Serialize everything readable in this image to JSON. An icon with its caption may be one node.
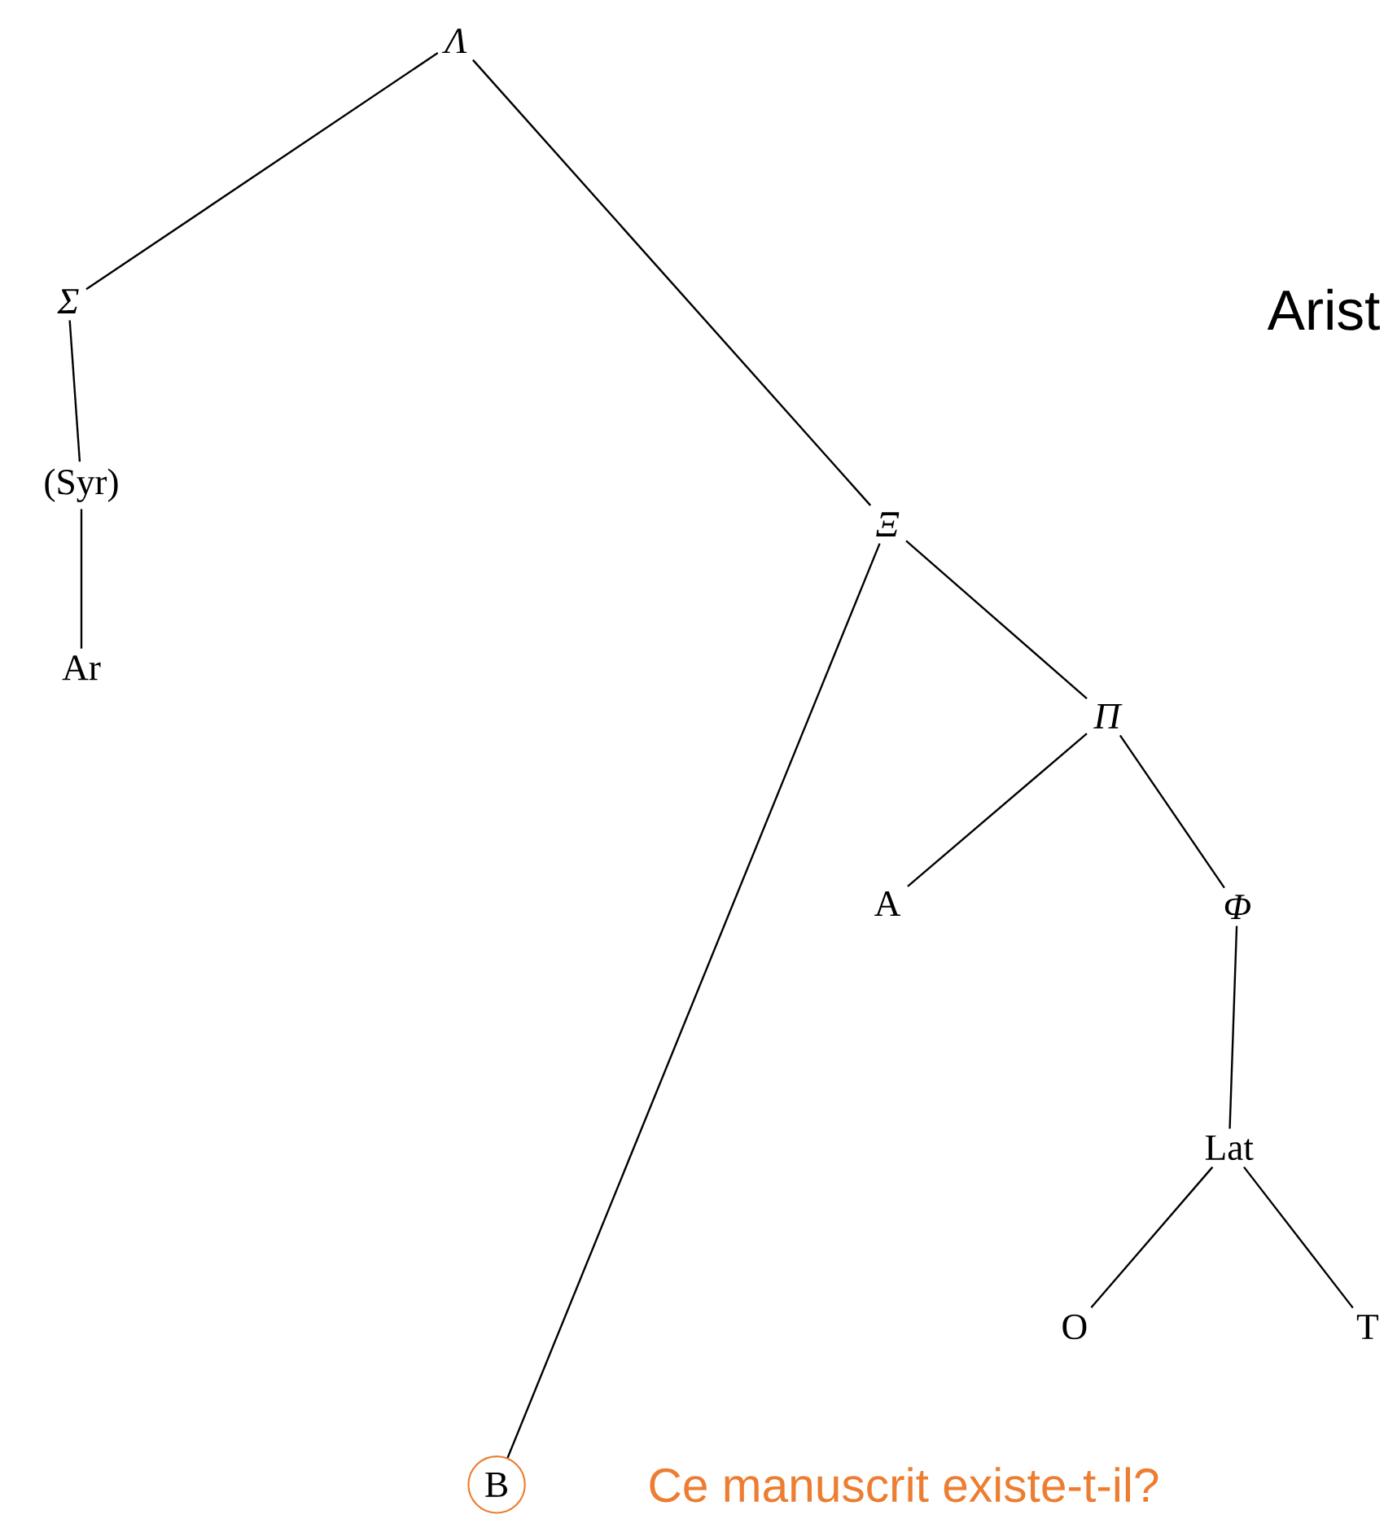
{
  "diagram": {
    "nodes": [
      {
        "text": [
          "Λ"
        ]
      },
      {
        "text": [
          "Σ"
        ]
      },
      {
        "text": [
          "(Syr)"
        ]
      },
      {
        "text": [
          "Ar"
        ]
      },
      {
        "text": [
          "Ξ"
        ]
      },
      {
        "text": [
          "Π"
        ]
      },
      {
        "text": [
          "A"
        ]
      },
      {
        "text": [
          "Φ"
        ]
      },
      {
        "text": [
          "Lat"
        ]
      },
      {
        "text": [
          "O"
        ]
      },
      {
        "text": [
          "T"
        ]
      },
      {
        "text": [
          "B"
        ],
        "beside": [
          "Ce manuscrit existe-t-il?"
        ]
      }
    ],
    "edges": [
      {
        "from": 0,
        "to": 1,
        "arrow": "none"
      },
      {
        "from": 0,
        "to": 4,
        "arrow": "none"
      },
      {
        "from": 1,
        "to": 2,
        "arrow": "none"
      },
      {
        "from": 2,
        "to": 3,
        "arrow": "none"
      },
      {
        "from": 4,
        "to": 11,
        "arrow": "none"
      },
      {
        "from": 4,
        "to": 5,
        "arrow": "none"
      },
      {
        "from": 5,
        "to": 6,
        "arrow": "none"
      },
      {
        "from": 5,
        "to": 7,
        "arrow": "none"
      },
      {
        "from": 7,
        "to": 8,
        "arrow": "none"
      },
      {
        "from": 8,
        "to": 9,
        "arrow": "none"
      },
      {
        "from": 8,
        "to": 10,
        "arrow": "none"
      }
    ],
    "labels": [
      "Arist"
    ]
  }
}
